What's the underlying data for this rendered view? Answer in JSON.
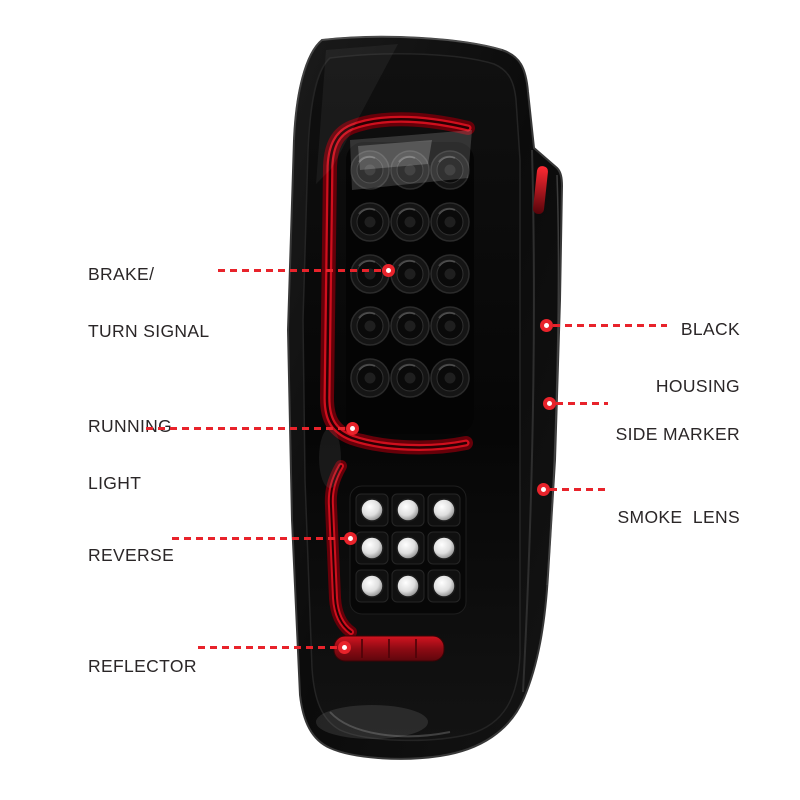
{
  "page": {
    "background": "#ffffff"
  },
  "colors": {
    "accent_red": "#e8232b",
    "label_text": "#2a2627",
    "housing_black": "#0d0d0d"
  },
  "callouts": {
    "brake": {
      "line1": "BRAKE/",
      "line2": "TURN SIGNAL"
    },
    "running": {
      "line1": "RUNNING",
      "line2": "LIGHT"
    },
    "reverse": {
      "line1": "REVERSE"
    },
    "reflector": {
      "line1": "REFLECTOR"
    },
    "housing": {
      "line1": "BLACK",
      "line2": "HOUSING"
    },
    "side_marker": {
      "line1": "SIDE MARKER"
    },
    "smoke_lens": {
      "line1": "SMOKE  LENS"
    }
  }
}
